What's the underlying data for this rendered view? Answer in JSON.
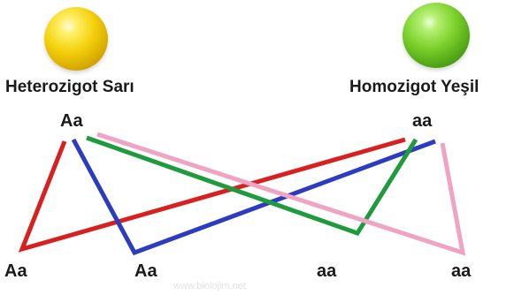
{
  "parents": {
    "left": {
      "name": "Heterozigot Sarı",
      "genotype": "Aa",
      "ball_color": "#f2d10c"
    },
    "right": {
      "name": "Homozigot Yeşil",
      "genotype": "aa",
      "ball_color": "#7ed22d"
    }
  },
  "offspring": [
    "Aa",
    "Aa",
    "aa",
    "aa"
  ],
  "line_colors": {
    "red": "#d92020",
    "blue": "#2c3cc0",
    "green": "#1f9a3c",
    "pink": "#f0a3c3"
  },
  "watermark": "www.biolojim.net"
}
